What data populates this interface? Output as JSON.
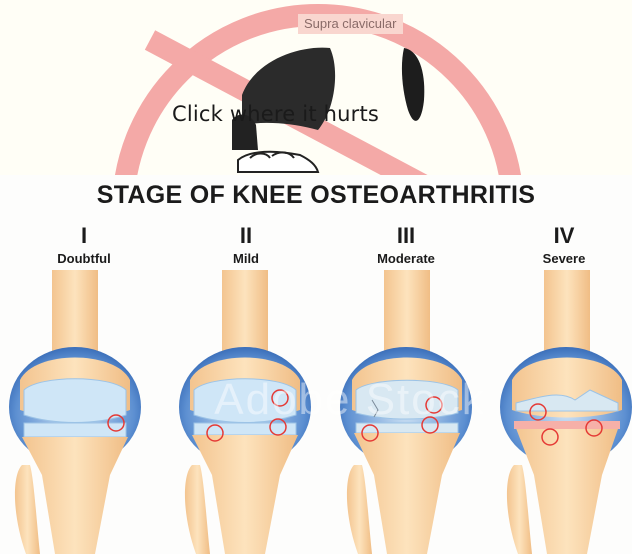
{
  "overlay": {
    "tooltip": "Supra clavicular",
    "hint": "Click where it hurts",
    "accent_color": "#f2a3a3"
  },
  "infographic": {
    "title": "STAGE OF KNEE OSTEOARTHRITIS",
    "watermark": "Adobe Stock",
    "stages": [
      {
        "numeral": "I",
        "name": "Doubtful"
      },
      {
        "numeral": "II",
        "name": "Mild"
      },
      {
        "numeral": "III",
        "name": "Moderate"
      },
      {
        "numeral": "IV",
        "name": "Severe"
      }
    ]
  }
}
